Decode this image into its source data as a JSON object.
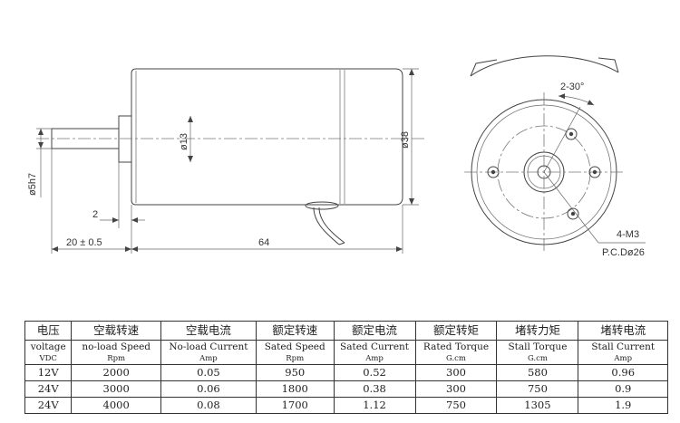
{
  "drawing": {
    "side_view": {
      "shaft_dia": "ø5h7",
      "body_dia": "ø13",
      "motor_dia": "ø38",
      "dim_2": "2",
      "shaft_len": "20 ± 0.5",
      "body_len": "64"
    },
    "front_view": {
      "angle": "2-30°",
      "holes": "4-M3",
      "pcd": "P.C.Dø26"
    }
  },
  "table": {
    "headers_zh": [
      "电压",
      "空载转速",
      "空载电流",
      "额定转速",
      "额定电流",
      "额定转矩",
      "堵转力矩",
      "堵转电流"
    ],
    "headers_en": [
      "voltage",
      "no-load Speed",
      "No-load Current",
      "Sated Speed",
      "Sated Current",
      "Rated Torque",
      "Stall Torque",
      "Stall Current"
    ],
    "units": [
      "VDC",
      "Rpm",
      "Amp",
      "Rpm",
      "Amp",
      "G.cm",
      "G.cm",
      "Amp"
    ],
    "rows": [
      [
        "12V",
        "2000",
        "0.05",
        "950",
        "0.52",
        "300",
        "580",
        "0.96"
      ],
      [
        "24V",
        "3000",
        "0.06",
        "1800",
        "0.38",
        "300",
        "750",
        "0.9"
      ],
      [
        "24V",
        "4000",
        "0.08",
        "1700",
        "1.12",
        "750",
        "1305",
        "1.9"
      ]
    ]
  }
}
